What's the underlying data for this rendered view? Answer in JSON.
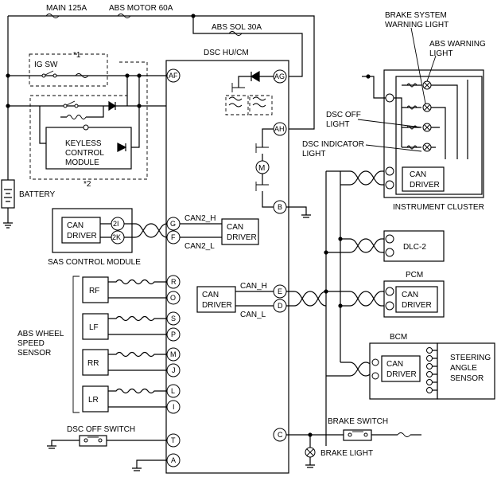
{
  "labels": {
    "main_fuse": "MAIN 125A",
    "abs_motor_fuse": "ABS MOTOR 60A",
    "abs_sol_fuse": "ABS SOL 30A",
    "dsc_unit": "DSC HU/CM",
    "ig_sw": "IG SW",
    "note1": "*1",
    "note2": "*2",
    "keyless_1": "KEYLESS",
    "keyless_2": "CONTROL",
    "keyless_3": "MODULE",
    "battery": "BATTERY",
    "brake_warning_1": "BRAKE SYSTEM",
    "brake_warning_2": "WARNING LIGHT",
    "abs_warning_1": "ABS WARNING",
    "abs_warning_2": "LIGHT",
    "dsc_off_light_1": "DSC OFF",
    "dsc_off_light_2": "LIGHT",
    "dsc_ind_1": "DSC INDICATOR",
    "dsc_ind_2": "LIGHT",
    "instrument_cluster": "INSTRUMENT CLUSTER",
    "can_1": "CAN",
    "driver": "DRIVER",
    "can2_h": "CAN2_H",
    "can2_l": "CAN2_L",
    "can_h": "CAN_H",
    "can_l": "CAN_L",
    "sas_module": "SAS CONTROL MODULE",
    "dlc": "DLC-2",
    "pcm": "PCM",
    "bcm": "BCM",
    "steering_1": "STEERING",
    "steering_2": "ANGLE",
    "steering_3": "SENSOR",
    "abs_wheel_1": "ABS WHEEL",
    "abs_wheel_2": "SPEED",
    "abs_wheel_3": "SENSOR",
    "rf": "RF",
    "lf": "LF",
    "rr": "RR",
    "lr": "LR",
    "dsc_off_switch": "DSC OFF SWITCH",
    "brake_switch": "BRAKE SWITCH",
    "brake_light": "BRAKE LIGHT",
    "motor": "M"
  },
  "pins": {
    "af": "AF",
    "ag": "AG",
    "ah": "AH",
    "b": "B",
    "g": "G",
    "f": "F",
    "r": "R",
    "o": "O",
    "s": "S",
    "p": "P",
    "m": "M",
    "j": "J",
    "l": "L",
    "i": "I",
    "e": "E",
    "d": "D",
    "c": "C",
    "t": "T",
    "a": "A",
    "sas_2i": "2I",
    "sas_2k": "2K"
  }
}
